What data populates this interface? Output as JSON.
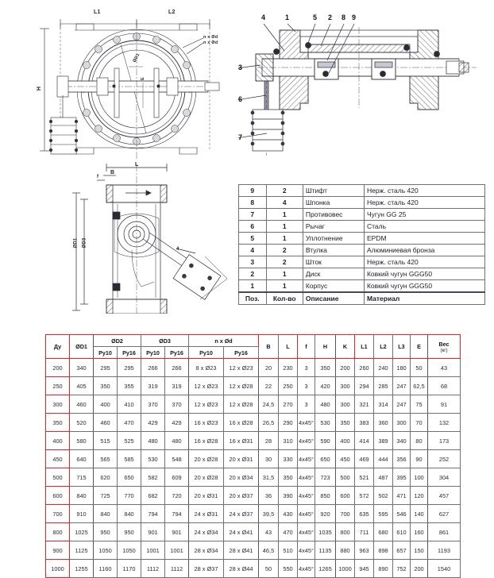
{
  "drawings": {
    "front_view": {
      "name": "front-elevation-view",
      "dimension_labels": [
        "L1",
        "L2",
        "H",
        "n x Ød",
        "ØD1",
        "E"
      ]
    },
    "section_view": {
      "name": "cross-section-view",
      "callouts": [
        "4",
        "1",
        "5",
        "2",
        "8",
        "9",
        "3",
        "6",
        "7"
      ]
    },
    "side_view": {
      "name": "side-section-view",
      "dimension_labels": [
        "L",
        "B",
        "f",
        "ØD1",
        "ØD3",
        "4"
      ]
    }
  },
  "parts_list": {
    "headers": {
      "pos": "Поз.",
      "qty": "Кол-во",
      "desc": "Описание",
      "material": "Материал"
    },
    "rows": [
      {
        "pos": "9",
        "qty": "2",
        "desc": "Штифт",
        "material": "Нерж. сталь 420"
      },
      {
        "pos": "8",
        "qty": "4",
        "desc": "Шпонка",
        "material": "Нерж. сталь 420"
      },
      {
        "pos": "7",
        "qty": "1",
        "desc": "Противовес",
        "material": "Чугун GG 25"
      },
      {
        "pos": "6",
        "qty": "1",
        "desc": "Рычаг",
        "material": "Сталь"
      },
      {
        "pos": "5",
        "qty": "1",
        "desc": "Уплотнение",
        "material": "EPDM"
      },
      {
        "pos": "4",
        "qty": "2",
        "desc": "Втулка",
        "material": "Алюминиевая бронза"
      },
      {
        "pos": "3",
        "qty": "2",
        "desc": "Шток",
        "material": "Нерж. сталь 420"
      },
      {
        "pos": "2",
        "qty": "1",
        "desc": "Диск",
        "material": "Ковкий чугун GGG50"
      },
      {
        "pos": "1",
        "qty": "1",
        "desc": "Корпус",
        "material": "Ковкий чугун GGG50"
      }
    ]
  },
  "spec_table": {
    "group_headers": {
      "du": "Ду",
      "d1": "ØD1",
      "d2": "ØD2",
      "d3": "ØD3",
      "nxd": "n x Ød",
      "b": "B",
      "l": "L",
      "f": "f",
      "h": "H",
      "k": "K",
      "l1": "L1",
      "l2": "L2",
      "l3": "L3",
      "e": "E",
      "weight": "Вес",
      "weight_unit": "(кг)"
    },
    "sub_headers": {
      "py10": "Ру10",
      "py16": "Ру16"
    },
    "rows": [
      {
        "du": "200",
        "d1": "340",
        "d2_py10": "295",
        "d2_py16": "295",
        "d3_py10": "266",
        "d3_py16": "266",
        "nxd_py10": "8 x Ø23",
        "nxd_py16": "12 x Ø23",
        "b": "20",
        "l": "230",
        "f": "3",
        "h": "350",
        "k": "200",
        "l1": "260",
        "l2": "240",
        "l3": "180",
        "e": "50",
        "weight": "43"
      },
      {
        "du": "250",
        "d1": "405",
        "d2_py10": "350",
        "d2_py16": "355",
        "d3_py10": "319",
        "d3_py16": "319",
        "nxd_py10": "12 x Ø23",
        "nxd_py16": "12 x Ø28",
        "b": "22",
        "l": "250",
        "f": "3",
        "h": "420",
        "k": "300",
        "l1": "294",
        "l2": "285",
        "l3": "247",
        "e": "62,5",
        "weight": "68"
      },
      {
        "du": "300",
        "d1": "460",
        "d2_py10": "400",
        "d2_py16": "410",
        "d3_py10": "370",
        "d3_py16": "370",
        "nxd_py10": "12 x Ø23",
        "nxd_py16": "12 x Ø28",
        "b": "24,5",
        "l": "270",
        "f": "3",
        "h": "480",
        "k": "300",
        "l1": "321",
        "l2": "314",
        "l3": "247",
        "e": "75",
        "weight": "91"
      },
      {
        "du": "350",
        "d1": "520",
        "d2_py10": "460",
        "d2_py16": "470",
        "d3_py10": "429",
        "d3_py16": "429",
        "nxd_py10": "16 x Ø23",
        "nxd_py16": "16 x Ø28",
        "b": "26,5",
        "l": "290",
        "f": "4x45°",
        "h": "530",
        "k": "350",
        "l1": "383",
        "l2": "360",
        "l3": "300",
        "e": "70",
        "weight": "132"
      },
      {
        "du": "400",
        "d1": "580",
        "d2_py10": "515",
        "d2_py16": "525",
        "d3_py10": "480",
        "d3_py16": "480",
        "nxd_py10": "16 x Ø28",
        "nxd_py16": "16 x Ø31",
        "b": "28",
        "l": "310",
        "f": "4x45°",
        "h": "590",
        "k": "400",
        "l1": "414",
        "l2": "389",
        "l3": "340",
        "e": "80",
        "weight": "173"
      },
      {
        "du": "450",
        "d1": "640",
        "d2_py10": "565",
        "d2_py16": "585",
        "d3_py10": "530",
        "d3_py16": "548",
        "nxd_py10": "20 x Ø28",
        "nxd_py16": "20 x Ø31",
        "b": "30",
        "l": "330",
        "f": "4x45°",
        "h": "650",
        "k": "450",
        "l1": "469",
        "l2": "444",
        "l3": "356",
        "e": "90",
        "weight": "252"
      },
      {
        "du": "500",
        "d1": "715",
        "d2_py10": "620",
        "d2_py16": "650",
        "d3_py10": "582",
        "d3_py16": "609",
        "nxd_py10": "20 x Ø28",
        "nxd_py16": "20 x Ø34",
        "b": "31,5",
        "l": "350",
        "f": "4x45°",
        "h": "723",
        "k": "500",
        "l1": "521",
        "l2": "487",
        "l3": "395",
        "e": "100",
        "weight": "304"
      },
      {
        "du": "600",
        "d1": "840",
        "d2_py10": "725",
        "d2_py16": "770",
        "d3_py10": "682",
        "d3_py16": "720",
        "nxd_py10": "20 x Ø31",
        "nxd_py16": "20 x Ø37",
        "b": "36",
        "l": "390",
        "f": "4x45°",
        "h": "850",
        "k": "600",
        "l1": "572",
        "l2": "502",
        "l3": "471",
        "e": "120",
        "weight": "457"
      },
      {
        "du": "700",
        "d1": "910",
        "d2_py10": "840",
        "d2_py16": "840",
        "d3_py10": "794",
        "d3_py16": "794",
        "nxd_py10": "24 x Ø31",
        "nxd_py16": "24 x Ø37",
        "b": "39,5",
        "l": "430",
        "f": "4x45°",
        "h": "920",
        "k": "700",
        "l1": "635",
        "l2": "595",
        "l3": "546",
        "e": "140",
        "weight": "627"
      },
      {
        "du": "800",
        "d1": "1025",
        "d2_py10": "950",
        "d2_py16": "950",
        "d3_py10": "901",
        "d3_py16": "901",
        "nxd_py10": "24 x Ø34",
        "nxd_py16": "24 x Ø41",
        "b": "43",
        "l": "470",
        "f": "4x45°",
        "h": "1035",
        "k": "800",
        "l1": "711",
        "l2": "680",
        "l3": "610",
        "e": "160",
        "weight": "861"
      },
      {
        "du": "900",
        "d1": "1125",
        "d2_py10": "1050",
        "d2_py16": "1050",
        "d3_py10": "1001",
        "d3_py16": "1001",
        "nxd_py10": "28 x Ø34",
        "nxd_py16": "28 x Ø41",
        "b": "46,5",
        "l": "510",
        "f": "4x45°",
        "h": "1135",
        "k": "880",
        "l1": "963",
        "l2": "898",
        "l3": "657",
        "e": "150",
        "weight": "1193"
      },
      {
        "du": "1000",
        "d1": "1255",
        "d2_py10": "1160",
        "d2_py16": "1170",
        "d3_py10": "1112",
        "d3_py16": "1112",
        "nxd_py10": "28 x Ø37",
        "nxd_py16": "28 x Ø44",
        "b": "50",
        "l": "550",
        "f": "4x45°",
        "h": "1265",
        "k": "1000",
        "l1": "945",
        "l2": "890",
        "l3": "752",
        "e": "200",
        "weight": "1540"
      }
    ]
  },
  "colors": {
    "accent_red": "#ee2222",
    "line": "#2a2a35",
    "table_border": "#6f6f78"
  }
}
